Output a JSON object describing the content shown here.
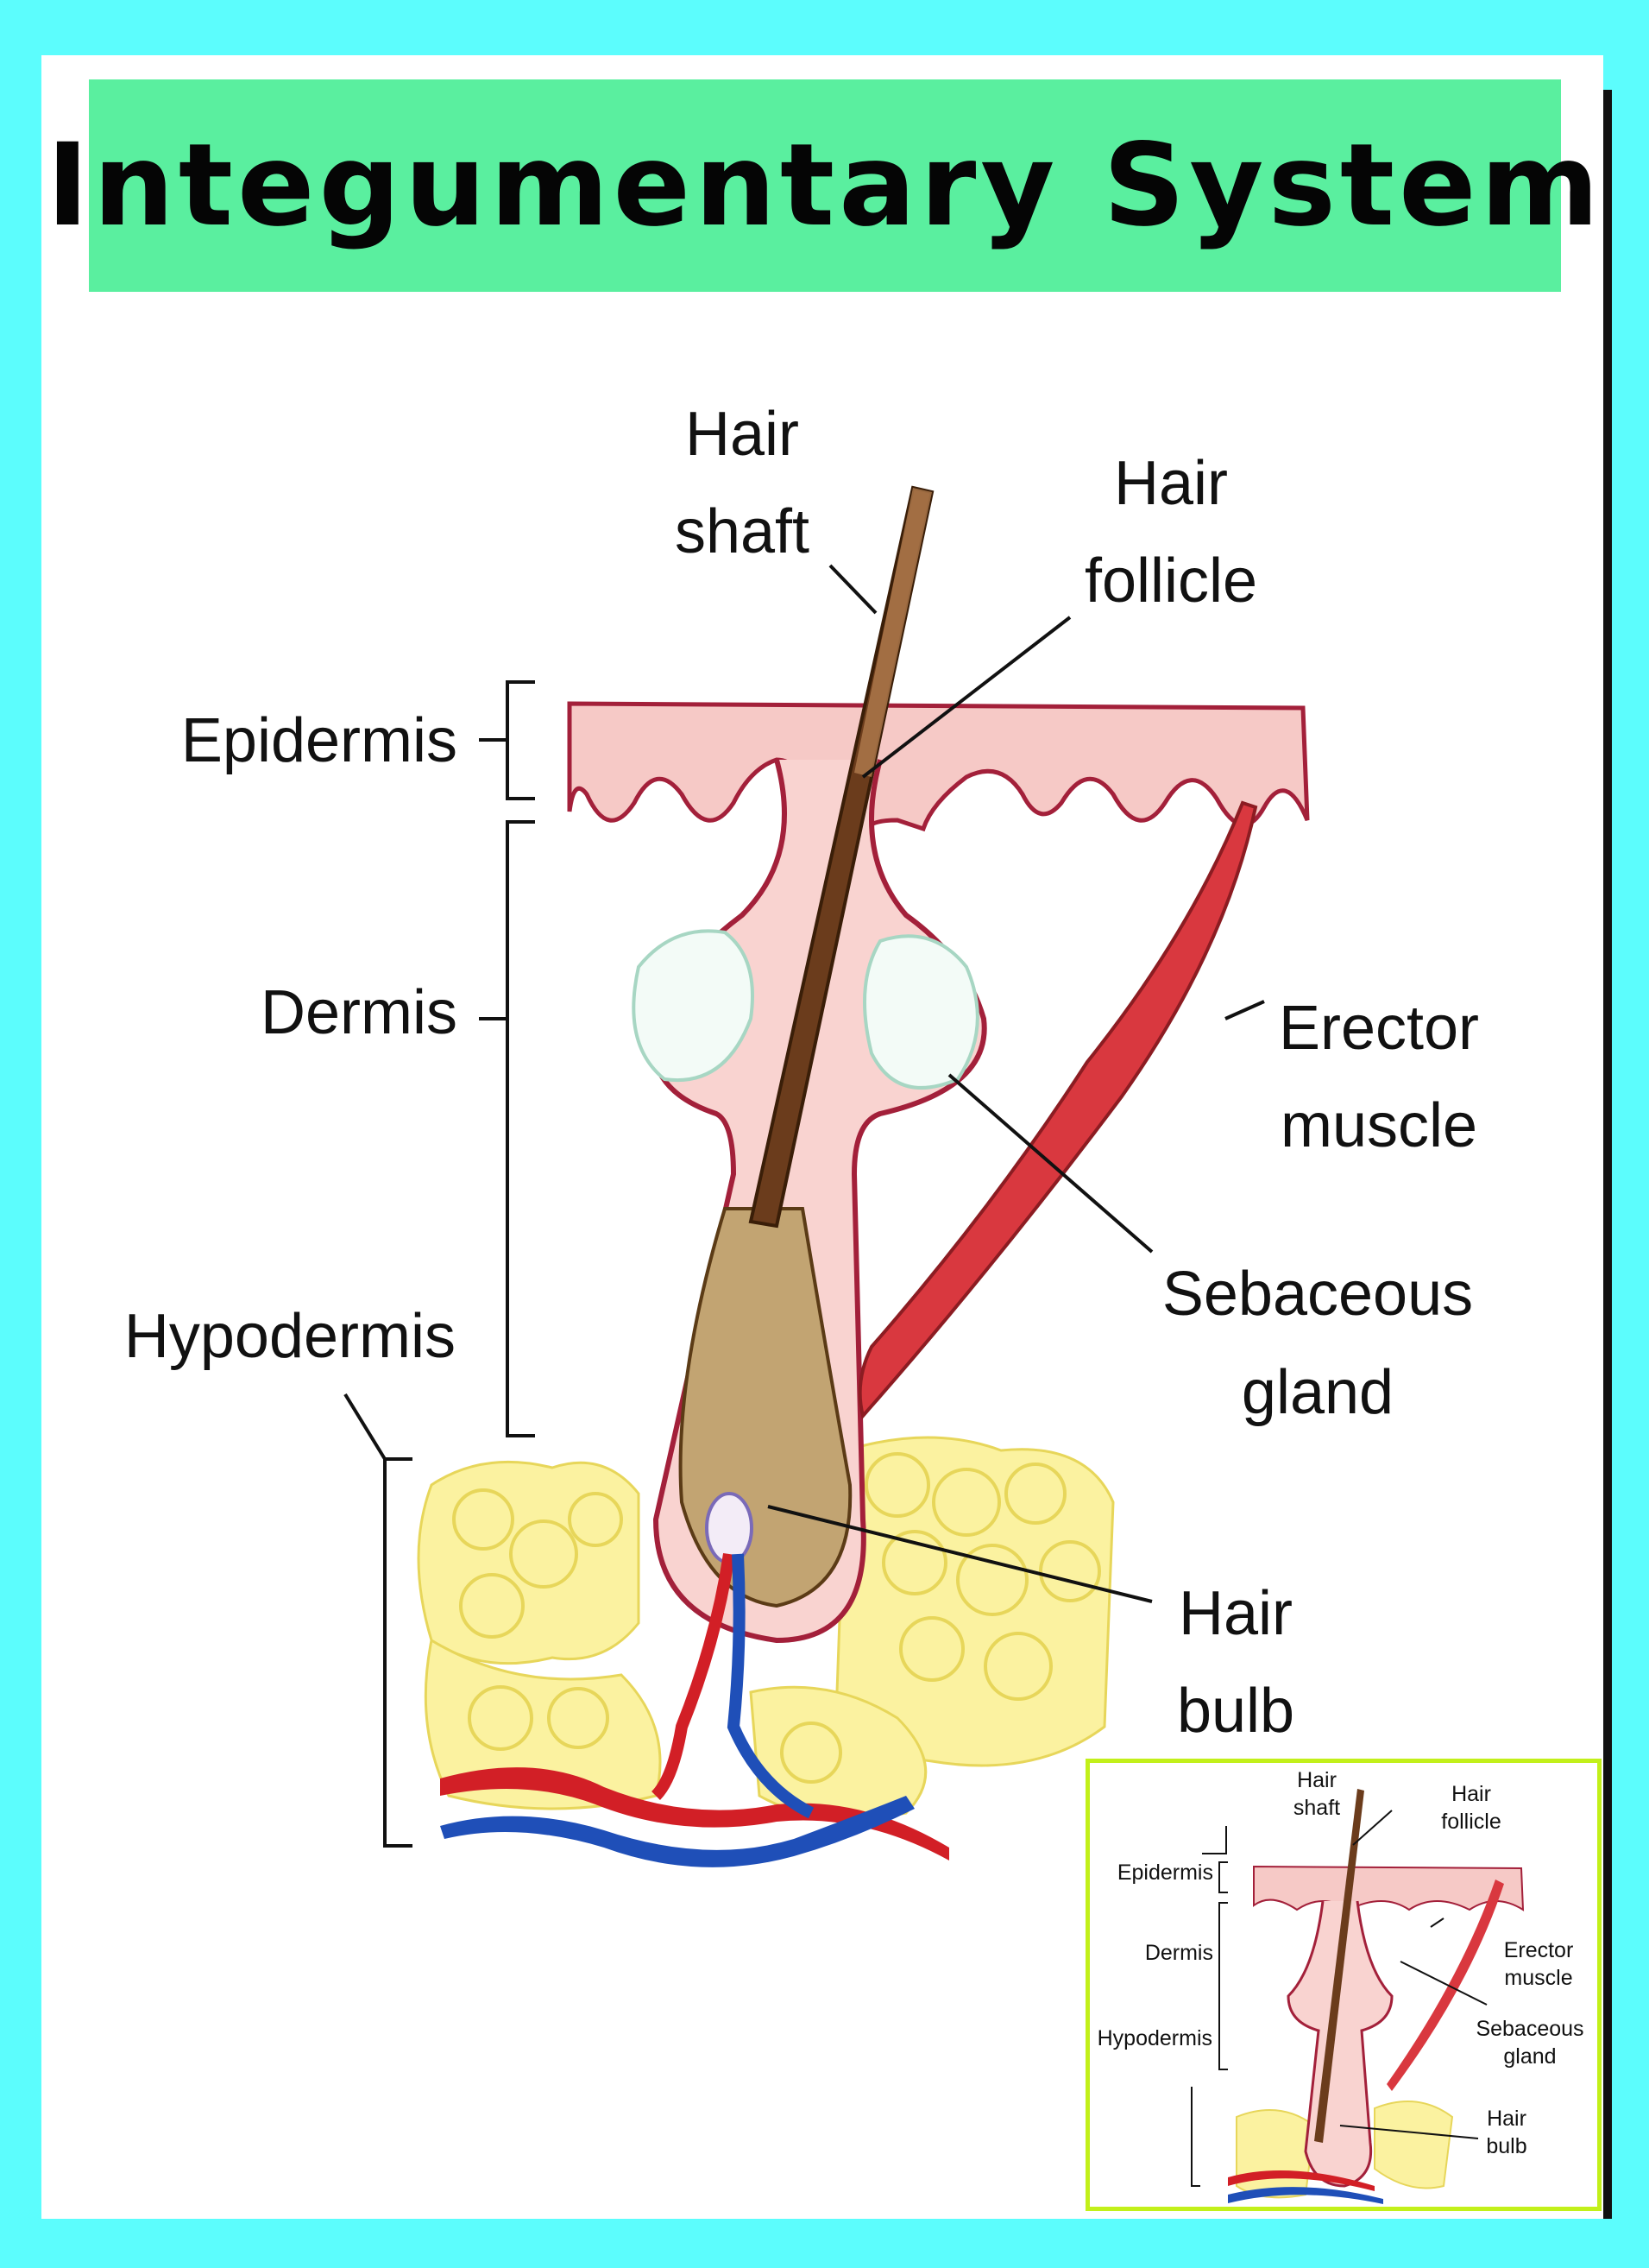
{
  "title": "Integumentary System",
  "labels": {
    "hair_shaft": [
      "Hair",
      "shaft"
    ],
    "hair_follicle": [
      "Hair",
      "follicle"
    ],
    "epidermis": "Epidermis",
    "dermis": "Dermis",
    "hypodermis": "Hypodermis",
    "erector_muscle": [
      "Erector",
      "muscle"
    ],
    "sebaceous_gland": [
      "Sebaceous",
      "gland"
    ],
    "hair_bulb": [
      "Hair",
      "bulb"
    ]
  },
  "colors": {
    "background": "#5cfdfd",
    "title_bar": "#5aef9f",
    "inset_border": "#c2f01a",
    "skin": "#f6c9c6",
    "skin_edge": "#a3203a",
    "muscle": "#d9383f",
    "fat": "#fbf2a0",
    "hair": "#6b3c1c",
    "artery": "#d21f26",
    "vein": "#1f4fb8"
  }
}
